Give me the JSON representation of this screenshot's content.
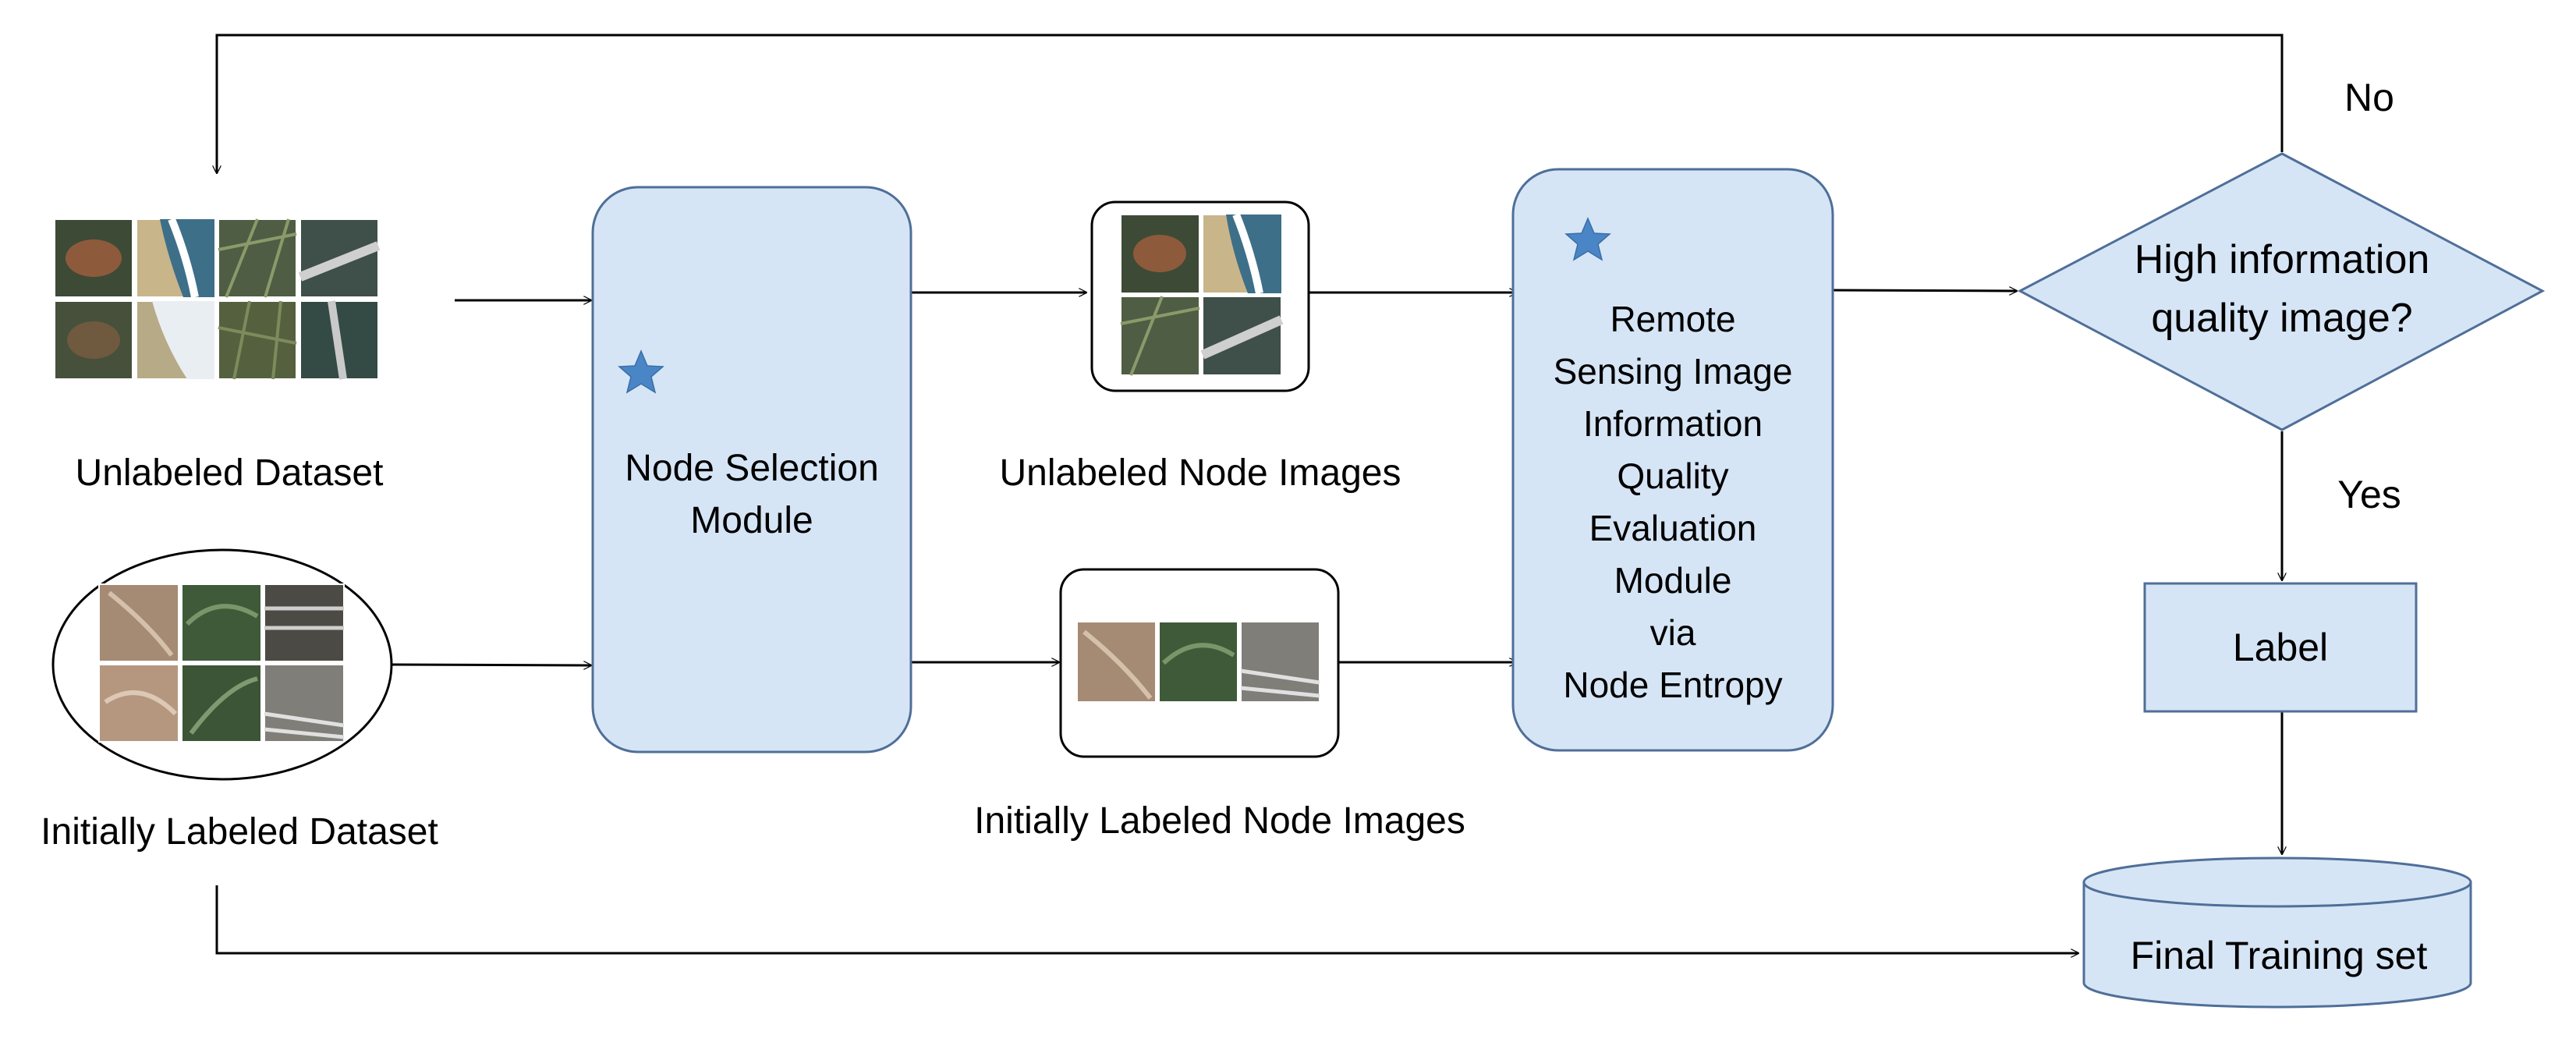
{
  "labels": {
    "unlabeled_dataset": "Unlabeled Dataset",
    "initially_labeled_dataset": "Initially Labeled Dataset",
    "node_selection_line1": "Node Selection",
    "node_selection_line2": "Module",
    "unlabeled_node_images": "Unlabeled Node Images",
    "initially_labeled_node_images": "Initially Labeled Node Images",
    "evaluation_lines": [
      "Remote",
      "Sensing Image",
      "Information",
      "Quality",
      "Evaluation",
      "Module",
      "via",
      "Node Entropy"
    ],
    "decision_line1": "High information",
    "decision_line2": "quality image?",
    "no": "No",
    "yes": "Yes",
    "label_box": "Label",
    "final_training_set": "Final Training set"
  },
  "colors": {
    "box_fill": "#d6e5f5",
    "box_stroke": "#4f6f99",
    "star": "#4a86c5",
    "line": "#000000"
  },
  "icons": [
    "star-icon",
    "aerial-thumbnail"
  ]
}
